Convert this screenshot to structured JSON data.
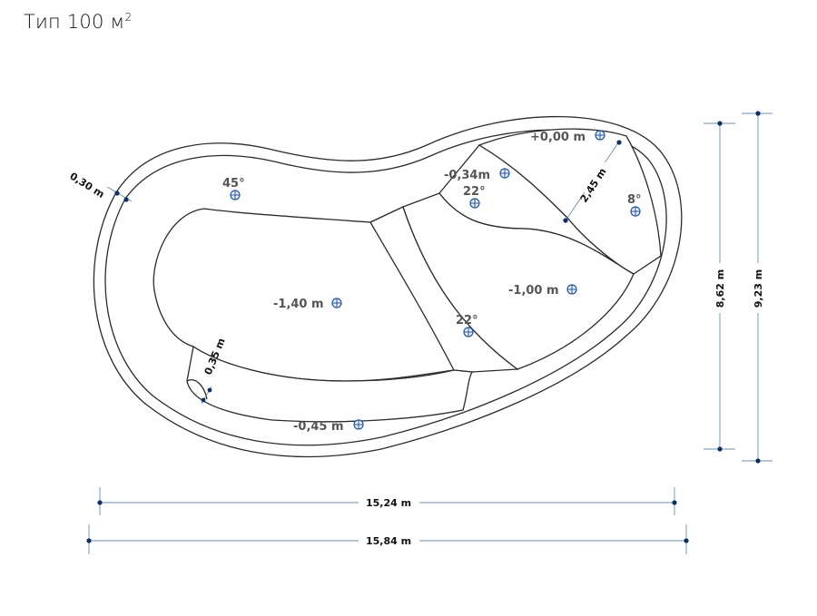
{
  "title": {
    "text": "Тип 100 м",
    "sup": "2"
  },
  "depths": {
    "zero": "+0,00 m",
    "step_034": "-0,34m",
    "deep": "-1,40 m",
    "mid": "-1,00 m",
    "bench": "-0,45 m"
  },
  "angles": {
    "a45": "45°",
    "a22_top": "22°",
    "a22_mid": "22°",
    "a8": "8°"
  },
  "dimensions": {
    "rim": "0,30 m",
    "bench": "0,35 m",
    "step_len": "2,45 m",
    "inner_width": "15,24 m",
    "outer_width": "15,84 m",
    "inner_height": "8,62 m",
    "outer_height": "9,23 m"
  },
  "colors": {
    "outline": "#2b2b2b",
    "dimension_line": "#6a8fb0",
    "dimension_dot": "#0b2f66",
    "marker": "#2354a5",
    "depth_text": "#555555"
  }
}
